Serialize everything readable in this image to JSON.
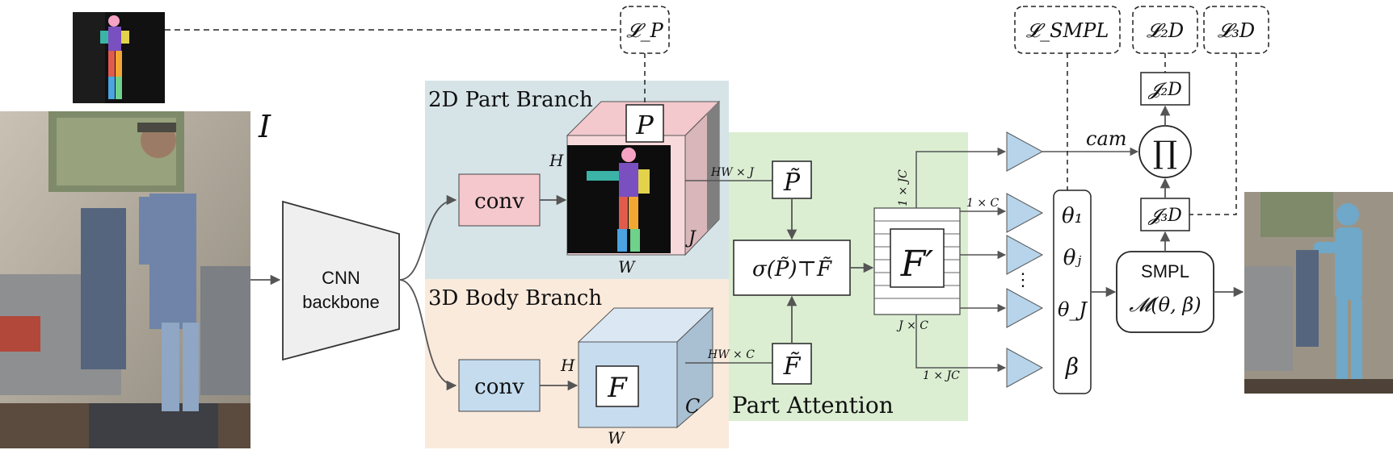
{
  "figure": {
    "image_label": "I",
    "backbone": {
      "line1": "CNN",
      "line2": "backbone"
    },
    "part_branch": {
      "title": "2D Part Branch",
      "conv": "conv",
      "output": "P",
      "dim_h": "H",
      "dim_w": "W",
      "dim_j": "J",
      "reshape": "HW × J",
      "reshaped": "P̃"
    },
    "body_branch": {
      "title": "3D Body Branch",
      "conv": "conv",
      "output": "F",
      "dim_h": "H",
      "dim_w": "W",
      "dim_c": "C",
      "reshape": "HW × C",
      "reshaped": "F̃"
    },
    "attention": {
      "title": "Part Attention",
      "operation": "σ(P̃)⊤F̃",
      "feature": "F′",
      "dim_top": "1 × JC",
      "dim_bottom": "J × C",
      "dim_out_bottom": "1 × JC",
      "dim_out_c": "1 × C"
    },
    "heads": {
      "cam": "cam",
      "theta_1": "θ₁",
      "theta_j": "θⱼ",
      "dots": "⋮",
      "theta_J": "θ_J",
      "beta": "β"
    },
    "projection": "∏",
    "smpl": {
      "line1": "SMPL",
      "line2": "𝓜(θ, β)"
    },
    "joints": {
      "j2d": "𝓙₂D",
      "j3d": "𝓙₃D"
    },
    "losses": {
      "lp": "𝓛_P",
      "lsmpl": "𝓛_SMPL",
      "l2d": "𝓛₂D",
      "l3d": "𝓛₃D"
    }
  },
  "colors": {
    "part_bg": "#d6e4e8",
    "body_bg": "#faeadb",
    "attention_bg": "#dbeed2",
    "part_conv": "#f4c8cc",
    "body_conv": "#c5dcef",
    "part_cube_front": "#f7d9dc",
    "part_cube_side": "#d9b6ba",
    "body_cube_front": "#c8dcef",
    "body_cube_side": "#a9bfd2",
    "head_fill": "#b7d4ea",
    "backbone_fill": "#efefef"
  }
}
